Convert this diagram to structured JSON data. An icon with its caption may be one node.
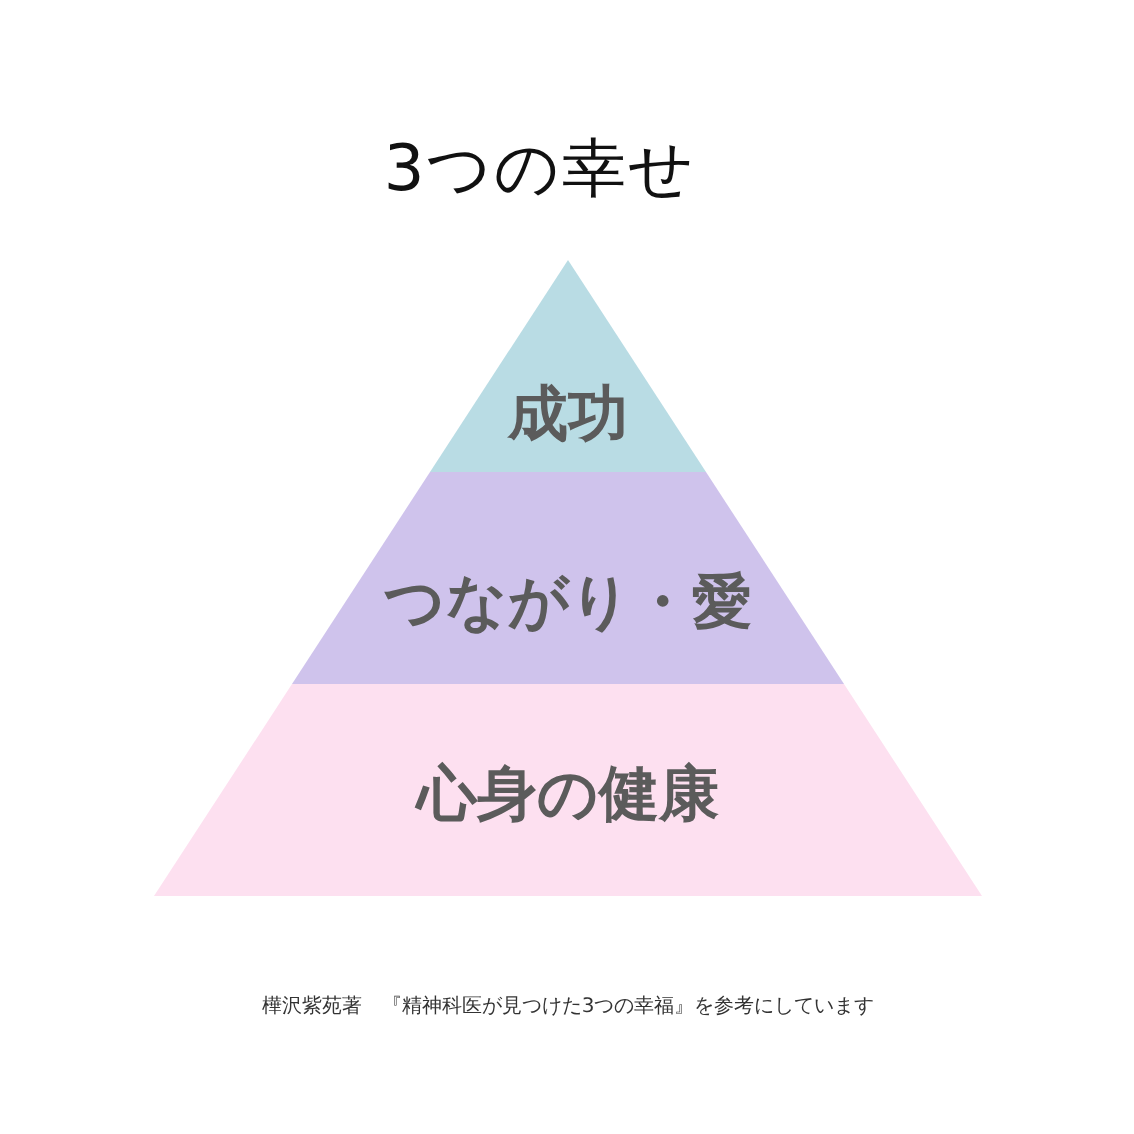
{
  "diagram": {
    "title": "3つの幸せ",
    "caption": "樺沢紫苑著　『精神科医が見つけた3つの幸福』を参考にしています",
    "nodes": [
      {
        "text": [
          "成功"
        ]
      },
      {
        "text": [
          "つながり・愛"
        ]
      },
      {
        "text": [
          "心身の健康"
        ]
      }
    ]
  }
}
